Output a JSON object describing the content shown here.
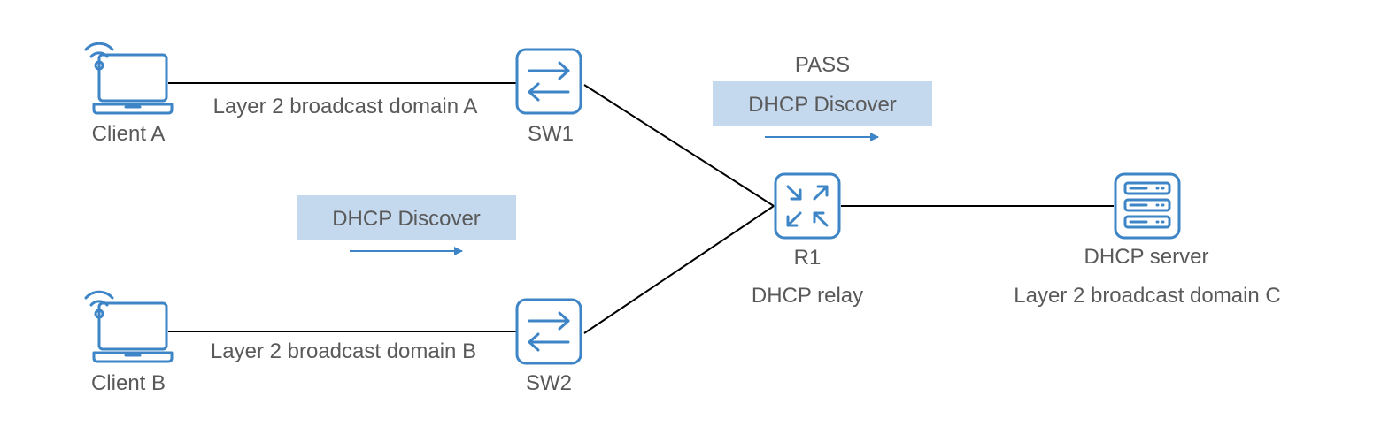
{
  "colors": {
    "icon": "#3d85c6",
    "message_box": "#c5d9ee",
    "arrow": "#3d85c6",
    "link": "#000000",
    "text": "#595959"
  },
  "devices": {
    "client_a": {
      "label": "Client A",
      "icon": "laptop-wifi-icon"
    },
    "client_b": {
      "label": "Client B",
      "icon": "laptop-wifi-icon"
    },
    "sw1": {
      "label": "SW1",
      "icon": "switch-icon"
    },
    "sw2": {
      "label": "SW2",
      "icon": "switch-icon"
    },
    "r1": {
      "label": "R1",
      "role": "DHCP relay",
      "icon": "router-icon"
    },
    "server": {
      "label": "DHCP server",
      "domain": "Layer 2 broadcast domain C",
      "icon": "server-icon"
    }
  },
  "links": {
    "domain_a": "Layer 2 broadcast domain A",
    "domain_b": "Layer 2 broadcast domain B"
  },
  "messages": {
    "left": {
      "text": "DHCP Discover"
    },
    "right": {
      "text": "DHCP Discover",
      "status": "PASS"
    }
  }
}
